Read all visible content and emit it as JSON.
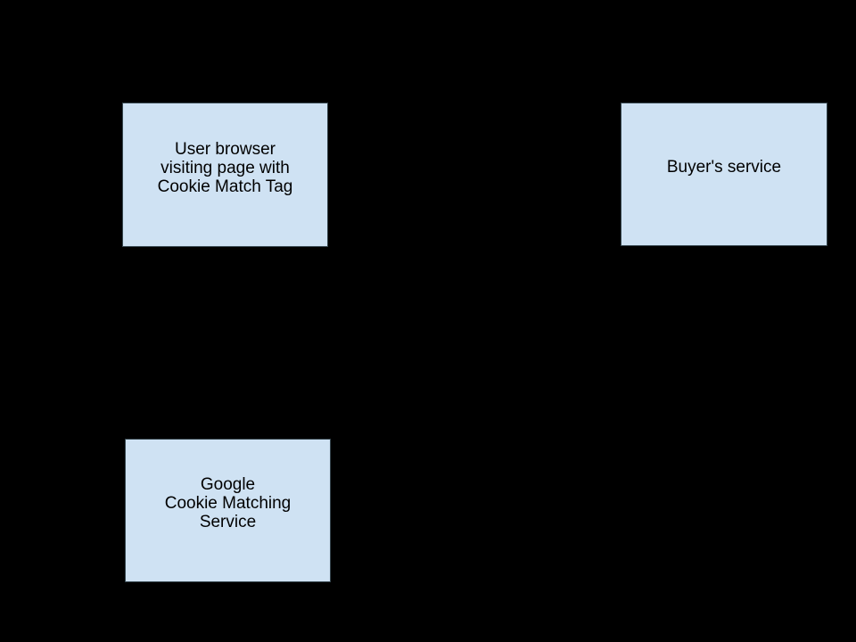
{
  "diagram": {
    "background_color": "#000000",
    "node_fill_color": "#cfe2f3",
    "node_border_color": "#37474f",
    "text_color": "#000000",
    "nodes": [
      {
        "id": "user-browser",
        "label": "User browser\nvisiting page with\nCookie Match Tag"
      },
      {
        "id": "buyers-service",
        "label": "Buyer's service"
      },
      {
        "id": "google-cookie-matching-service",
        "label": "Google\nCookie Matching\nService"
      }
    ]
  }
}
